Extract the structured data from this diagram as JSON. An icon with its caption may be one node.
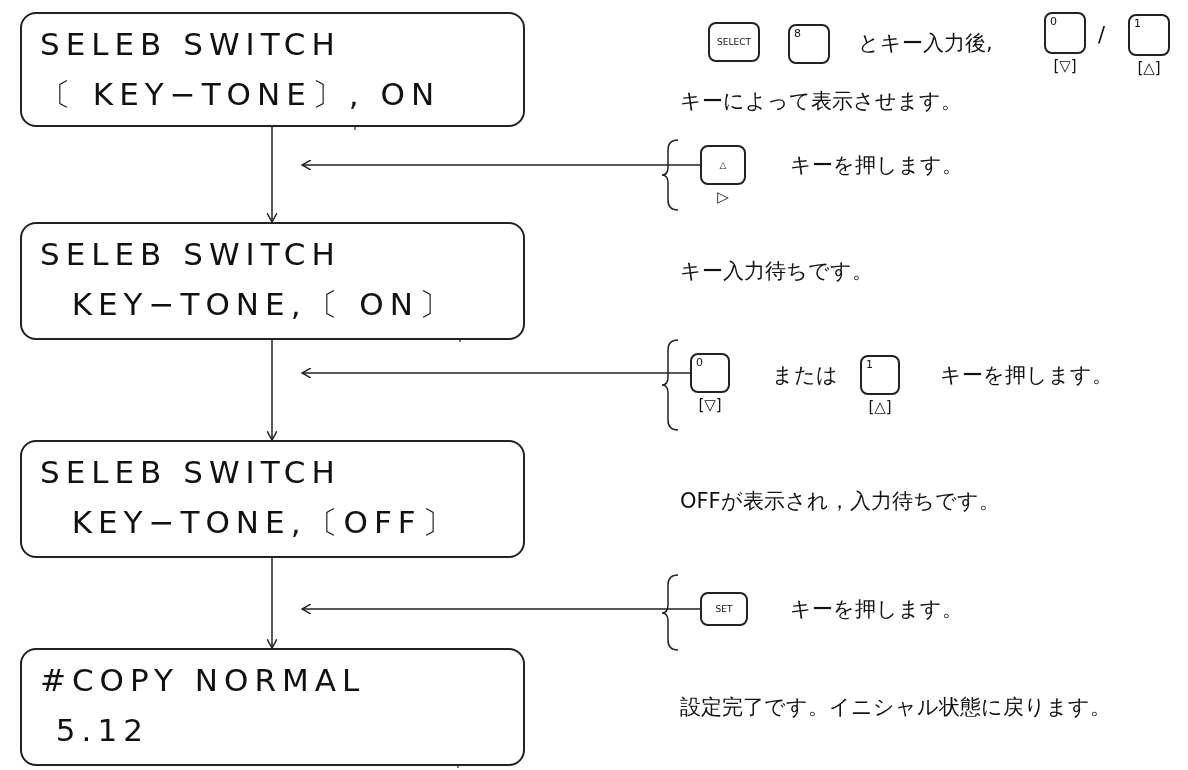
{
  "diagram": {
    "nodes": [
      {
        "text": [
          "SELEB SWITCH",
          "〔 KEY−TONE〕, ON"
        ]
      },
      {
        "text": [
          "SELECT"
        ]
      },
      {
        "text": [
          "8"
        ]
      },
      {
        "text": [
          "0"
        ],
        "beside": [
          "[▽]"
        ]
      },
      {
        "text": [
          "1"
        ],
        "beside": [
          "[△]"
        ]
      },
      {
        "text": [
          "△"
        ],
        "beside": [
          "▷"
        ]
      },
      {
        "text": [
          "SELEB SWITCH",
          "  KEY−TONE,〔 ON〕"
        ]
      },
      {
        "text": [
          "0"
        ],
        "beside": [
          "[▽]"
        ]
      },
      {
        "text": [
          "1"
        ],
        "beside": [
          "[△]"
        ]
      },
      {
        "text": [
          "SELEB SWITCH",
          "  KEY−TONE,〔OFF〕"
        ]
      },
      {
        "text": [
          "SET"
        ]
      },
      {
        "text": [
          "#COPY NORMAL",
          " 5.12"
        ]
      }
    ],
    "edges": [
      {
        "from": 0,
        "to": 6,
        "arrow": "to"
      },
      {
        "from": 5,
        "to": null,
        "arrow": "to"
      },
      {
        "from": 6,
        "to": 9,
        "arrow": "to"
      },
      {
        "from": 7,
        "to": null,
        "arrow": "to"
      },
      {
        "from": 9,
        "to": 11,
        "arrow": "to"
      },
      {
        "from": 10,
        "to": null,
        "arrow": "to"
      }
    ],
    "labels": [
      "とキー入力後,",
      "/",
      "キーによって表示させます。",
      "キーを押します。",
      "キー入力待ちです。",
      "または",
      "キーを押します。",
      "OFFが表示され，入力待ちです。",
      "キーを押します。",
      "設定完了です。イニシャル状態に戻ります。"
    ]
  }
}
